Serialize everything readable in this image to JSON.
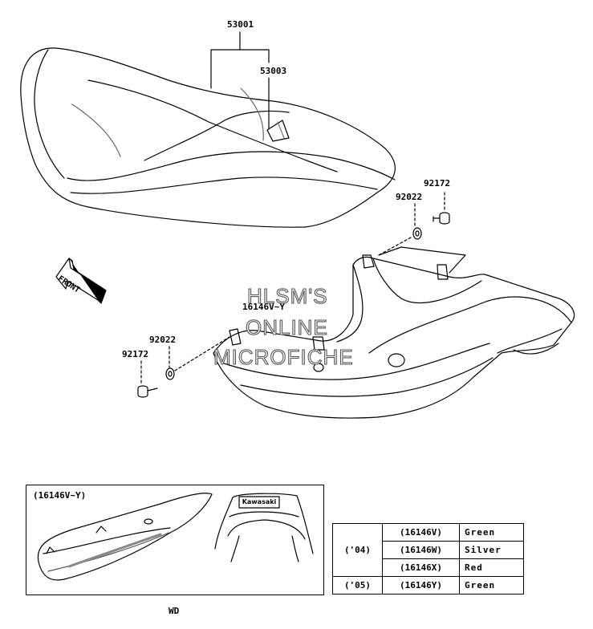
{
  "callouts": {
    "seat": "53001",
    "seat_strap": "53003",
    "bolt_right": "92172",
    "washer_right": "92022",
    "cover": "16146V~Y",
    "washer_left": "92022",
    "bolt_left": "92172"
  },
  "front_arrow": "FRONT",
  "watermark": [
    "HLSM'S",
    "ONLINE",
    "MICROFICHE"
  ],
  "inset": {
    "title": "(16146V~Y)",
    "brand_badge": "Kawasaki"
  },
  "footer_code": "WD",
  "color_table": {
    "rows": [
      {
        "year": "('04)",
        "part": "(16146V)",
        "color": "Green"
      },
      {
        "year": "",
        "part": "(16146W)",
        "color": "Silver"
      },
      {
        "year": "",
        "part": "(16146X)",
        "color": "Red"
      },
      {
        "year": "('05)",
        "part": "(16146Y)",
        "color": "Green"
      }
    ]
  },
  "line_color": "#000000"
}
